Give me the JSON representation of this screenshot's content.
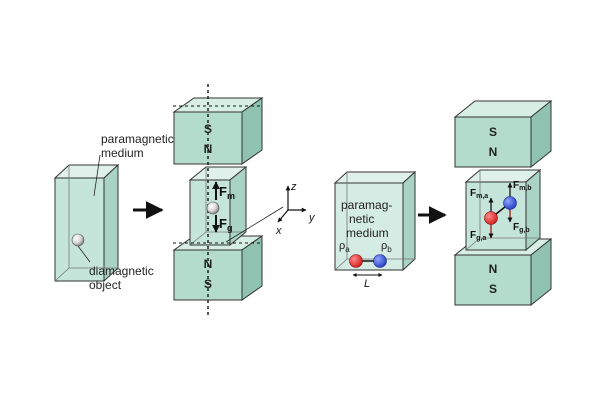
{
  "colors": {
    "box_front": "#b4dccd",
    "box_side": "#8fc2b1",
    "box_top": "#d6eee4",
    "container_fill": "#d4ece3",
    "outline": "#222222",
    "arrow": "#111111",
    "particle_red": "#e53434",
    "particle_blue": "#3a57d6"
  },
  "labels": {
    "paramagnetic_medium": [
      "paramagnetic",
      "medium"
    ],
    "diamagnetic_object": [
      "diamagnetic",
      "object"
    ],
    "medium_center": [
      "paramag-",
      "netic",
      "medium"
    ]
  },
  "magnets": {
    "upper_faces": [
      "S",
      "N"
    ],
    "lower_faces": [
      "N",
      "S"
    ]
  },
  "forces": {
    "F_m": {
      "main": "F",
      "sub": "m"
    },
    "F_g": {
      "main": "F",
      "sub": "g"
    },
    "F_ma": {
      "main": "F",
      "sub": "m,a"
    },
    "F_mb": {
      "main": "F",
      "sub": "m,b"
    },
    "F_ga": {
      "main": "F",
      "sub": "g,a"
    },
    "F_gb": {
      "main": "F",
      "sub": "g,b"
    }
  },
  "axes": {
    "z": "z",
    "x": "x",
    "y": "y"
  },
  "densities": {
    "rho_a": {
      "main": "ρ",
      "sub": "a"
    },
    "rho_b": {
      "main": "ρ",
      "sub": "b"
    }
  },
  "length_label": "L"
}
